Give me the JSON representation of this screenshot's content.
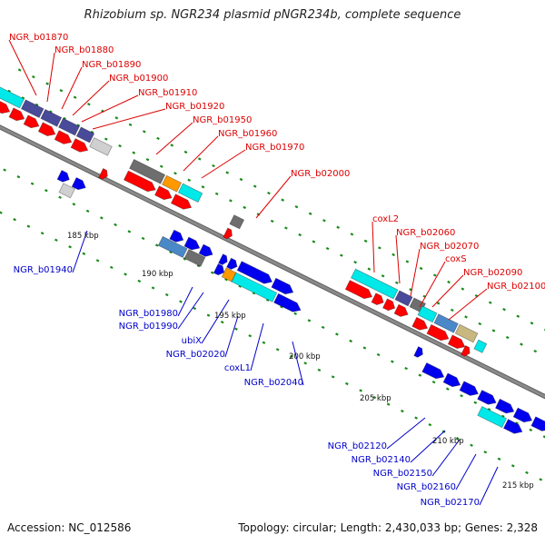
{
  "header": {
    "title": "Rhizobium sp. NGR234 plasmid pNGR234b, complete sequence"
  },
  "footer": {
    "accession": "Accession: NC_012586",
    "summary": "Topology: circular; Length: 2,430,033 bp; Genes: 2,328"
  },
  "colors": {
    "backbone": "#8a8a8a",
    "tick": "#1a8a1a",
    "top_label": "#dd0000",
    "bottom_label": "#0000cc",
    "gene_red": "#ff0000",
    "gene_blue": "#0000ee",
    "cyan": "#00e8e8",
    "navy": "#4a4a9a",
    "gray": "#6e6e6e",
    "light_gray": "#d0d0d0",
    "orange": "#ff9900",
    "steel": "#4a88c8",
    "khaki": "#c8b880"
  },
  "scale_labels": [
    "185 kbp",
    "190 kbp",
    "195 kbp",
    "200 kbp",
    "205 kbp",
    "210 kbp",
    "215 kbp"
  ],
  "top_labels": [
    "NGR_b01870",
    "NGR_b01880",
    "NGR_b01890",
    "NGR_b01900",
    "NGR_b01910",
    "NGR_b01920",
    "NGR_b01950",
    "NGR_b01960",
    "NGR_b01970",
    "NGR_b02000",
    "coxL2",
    "NGR_b02060",
    "NGR_b02070",
    "coxS",
    "NGR_b02090",
    "NGR_b02100"
  ],
  "bottom_labels": [
    "NGR_b01940",
    "NGR_b01980",
    "NGR_b01990",
    "ubiX",
    "NGR_b02020",
    "coxL1",
    "NGR_b02040",
    "NGR_b02120",
    "NGR_b02140",
    "NGR_b02150",
    "NGR_b02160",
    "NGR_b02170"
  ]
}
